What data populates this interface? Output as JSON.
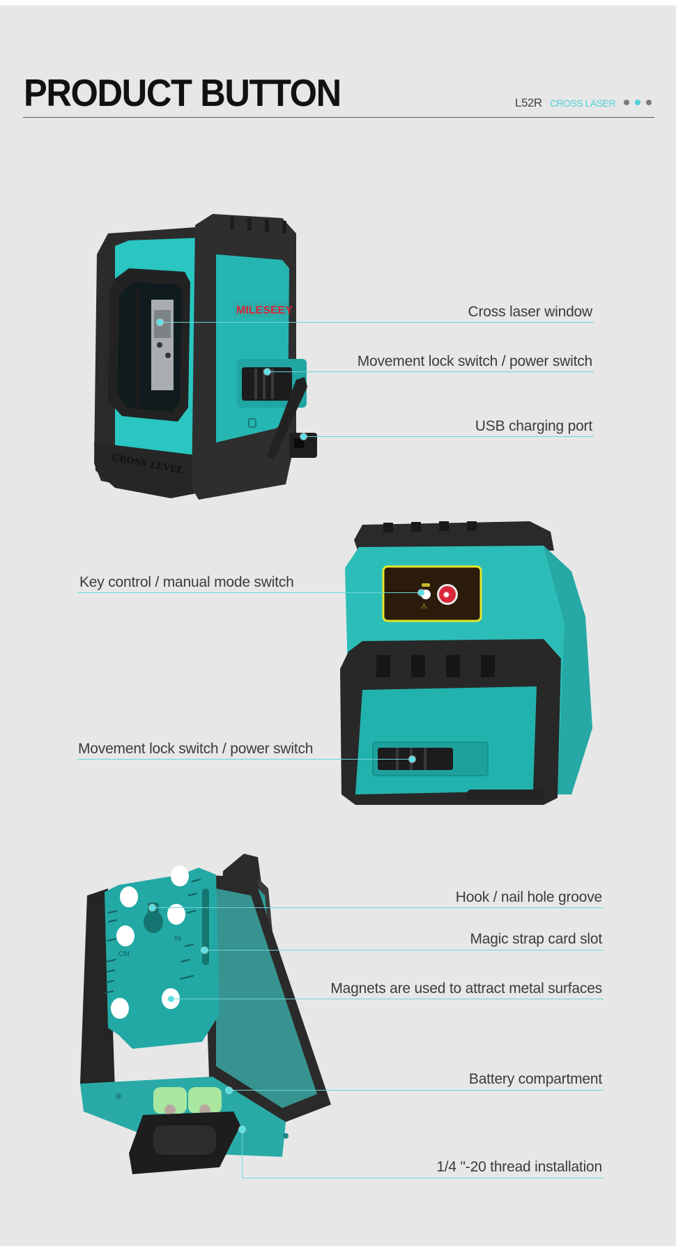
{
  "header": {
    "title": "PRODUCT BUTTON",
    "model": "L52R",
    "subtitle": "CROSS LASER",
    "page_dots": [
      "inactive",
      "active",
      "inactive"
    ]
  },
  "colors": {
    "background": "#e7e7e7",
    "accent": "#4fd0d6",
    "callout_line": "#6fd4d8",
    "device_teal": "#27b8b4",
    "device_black": "#2a2a2a"
  },
  "section1": {
    "device_brand": "MILESEEY",
    "device_label": "CROSS LEVEL",
    "callouts": [
      {
        "label": "Cross laser window"
      },
      {
        "label": "Movement lock switch / power switch"
      },
      {
        "label": "USB charging port"
      }
    ]
  },
  "section2": {
    "callouts": [
      {
        "label": "Key control / manual mode switch"
      },
      {
        "label": "Movement lock switch / power switch"
      }
    ]
  },
  "section3": {
    "scale_labels": {
      "cm": "CM",
      "in": "IN"
    },
    "callouts": [
      {
        "label": "Hook / nail hole groove"
      },
      {
        "label": "Magic strap card slot"
      },
      {
        "label": "Magnets are used to attract metal surfaces"
      },
      {
        "label": "Battery compartment"
      },
      {
        "label": "1/4 \"-20 thread installation"
      }
    ]
  }
}
